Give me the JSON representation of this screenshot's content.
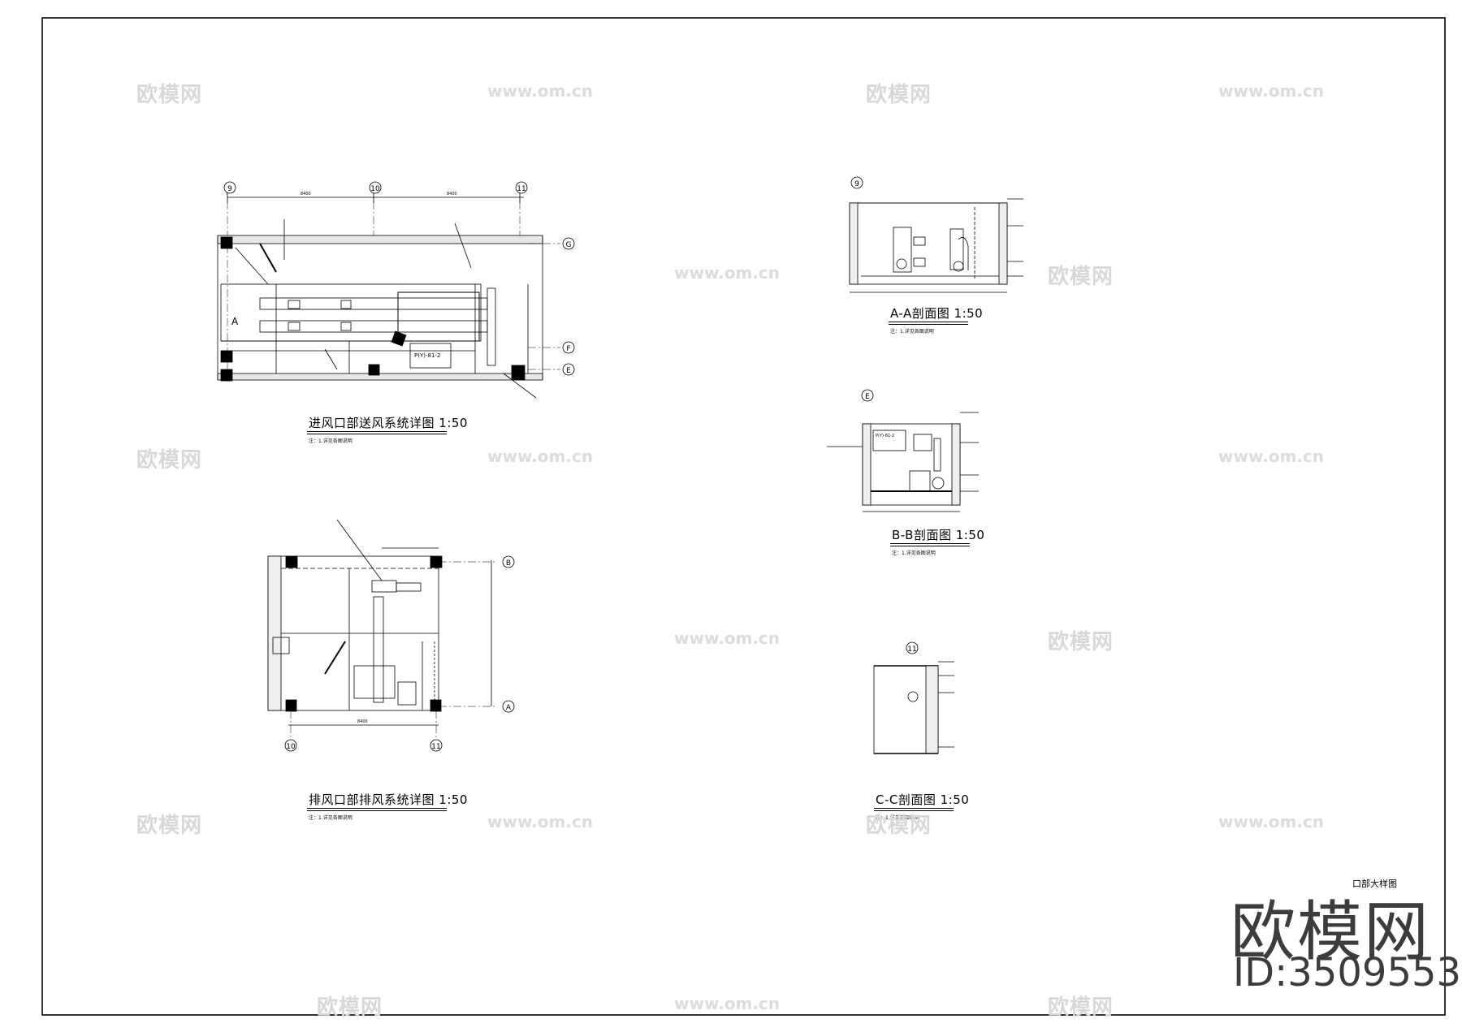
{
  "sheet": {
    "corner_title": "口部大样图",
    "logo_text": "欧模网",
    "logo_id": "ID:3509553",
    "watermark_text": "欧模网",
    "watermark_url": "www.om.cn"
  },
  "drawings": [
    {
      "id": "supply",
      "title": "进风口部送风系统详图 1:50",
      "note": "注：1.详见各图说明"
    },
    {
      "id": "exhaust",
      "title": "排风口部排风系统详图 1:50",
      "note": "注：1.详见各图说明"
    },
    {
      "id": "aa",
      "title": "A-A剖面图 1:50",
      "note": "注：1.详见各图说明"
    },
    {
      "id": "bb",
      "title": "B-B剖面图 1:50",
      "note": "注：1.详见各图说明"
    },
    {
      "id": "cc",
      "title": "C-C剖面图 1:50",
      "note": "注：1.详见各图说明"
    }
  ],
  "axes": {
    "supply_top": [
      "9",
      "10",
      "11"
    ],
    "supply_right": [
      "G",
      "F",
      "E"
    ],
    "exhaust_bottom": [
      "10",
      "11"
    ],
    "exhaust_right": [
      "B",
      "A"
    ],
    "aa": "9",
    "bb": "E",
    "cc": "11"
  },
  "equipment": {
    "fan_supply": "P(Y)-81-2",
    "fan_bb": "P(Y)-81-2"
  }
}
